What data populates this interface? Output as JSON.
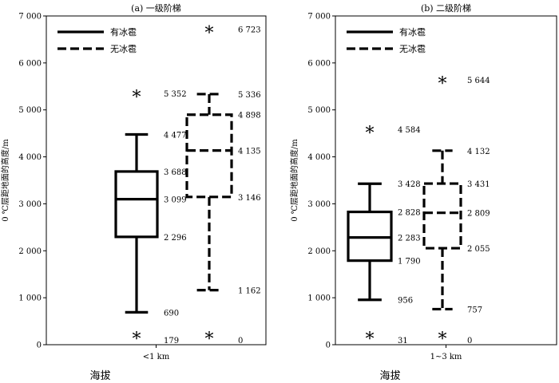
{
  "chart_data": [
    {
      "type": "box",
      "title": "(a) 一级阶梯",
      "xlabel": "海拔",
      "ylabel": "0 ℃层距地面的高度/m",
      "category": "<1 km",
      "ylim": [
        0,
        7000
      ],
      "yticks": [
        0,
        1000,
        2000,
        3000,
        4000,
        5000,
        6000,
        7000
      ],
      "ytick_labels": [
        "0",
        "1 000",
        "2 000",
        "3 000",
        "4 000",
        "5 000",
        "6 000",
        "7 000"
      ],
      "legend": {
        "placement": "top-left",
        "entries": [
          "有冰雹",
          "无冰雹"
        ]
      },
      "series": [
        {
          "name": "有冰雹",
          "style": "solid",
          "min": 690,
          "q1": 2296,
          "median": 3099,
          "q3": 3688,
          "max": 4477,
          "outliers": [
            {
              "value": 5352,
              "label": "5 352"
            },
            {
              "value": 179,
              "label": "179"
            }
          ],
          "labels": {
            "min": "690",
            "q1": "2 296",
            "median": "3 099",
            "q3": "3 688",
            "max": "4 477"
          }
        },
        {
          "name": "无冰雹",
          "style": "dashed",
          "min": 1162,
          "q1": 3146,
          "median": 4135,
          "q3": 4898,
          "max": 5336,
          "outliers": [
            {
              "value": 6723,
              "label": "6 723"
            },
            {
              "value": 0,
              "label": "0"
            }
          ],
          "labels": {
            "min": "1 162",
            "q1": "3 146",
            "median": "4 135",
            "q3": "4 898",
            "max": "5 336"
          }
        }
      ]
    },
    {
      "type": "box",
      "title": "(b) 二级阶梯",
      "xlabel": "海拔",
      "ylabel": "0 ℃层距地面的高度/m",
      "category": "1~3 km",
      "ylim": [
        0,
        7000
      ],
      "yticks": [
        0,
        1000,
        2000,
        3000,
        4000,
        5000,
        6000,
        7000
      ],
      "ytick_labels": [
        "0",
        "1 000",
        "2 000",
        "3 000",
        "4 000",
        "5 000",
        "6 000",
        "7 000"
      ],
      "legend": {
        "placement": "top-left",
        "entries": [
          "有冰雹",
          "无冰雹"
        ]
      },
      "series": [
        {
          "name": "有冰雹",
          "style": "solid",
          "min": 956,
          "q1": 1790,
          "median": 2283,
          "q3": 2828,
          "max": 3428,
          "outliers": [
            {
              "value": 4584,
              "label": "4 584"
            },
            {
              "value": 31,
              "label": "31"
            }
          ],
          "labels": {
            "min": "956",
            "q1": "1 790",
            "median": "2 283",
            "q3": "2 828",
            "max": "3 428"
          }
        },
        {
          "name": "无冰雹",
          "style": "dashed",
          "min": 757,
          "q1": 2055,
          "median": 2809,
          "q3": 3431,
          "max": 4132,
          "outliers": [
            {
              "value": 5644,
              "label": "5 644"
            },
            {
              "value": 0,
              "label": "0"
            }
          ],
          "labels": {
            "min": "757",
            "q1": "2 055",
            "median": "2 809",
            "q3": "3 431",
            "max": "4 132"
          }
        }
      ]
    }
  ]
}
